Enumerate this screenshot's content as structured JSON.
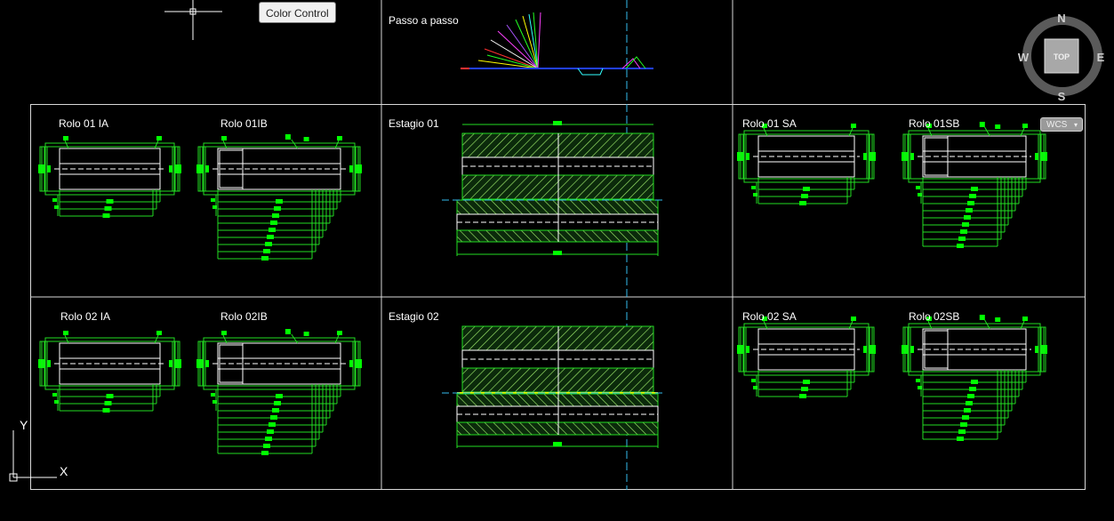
{
  "tooltip": {
    "label": "Color Control"
  },
  "viewcube": {
    "face": "TOP",
    "north": "N",
    "south": "S",
    "east": "E",
    "west": "W"
  },
  "wcs": {
    "label": "WCS",
    "caret": "▾"
  },
  "ucs": {
    "x_label": "X",
    "y_label": "Y"
  },
  "viewports": {
    "passo": "Passo a passo",
    "estagio01": "Estagio 01",
    "estagio02": "Estagio 02",
    "rolo01ia": "Rolo 01 IA",
    "rolo01ib": "Rolo 01IB",
    "rolo02ia": "Rolo 02 IA",
    "rolo02ib": "Rolo 02IB",
    "rolo01sa": "Rolo 01 SA",
    "rolo01sb": "Rolo 01SB",
    "rolo02sa": "Rolo 02 SA",
    "rolo02sb": "Rolo 02SB"
  },
  "colors": {
    "background": "#000000",
    "viewport_border": "#d8d8d8",
    "drawing_green": "#22dd22",
    "bright_green": "#00ff00",
    "hatch": "#9de86a",
    "centerline_cyan": "#33bbee",
    "highlight_yellow": "#f0f000",
    "white": "#ffffff"
  }
}
